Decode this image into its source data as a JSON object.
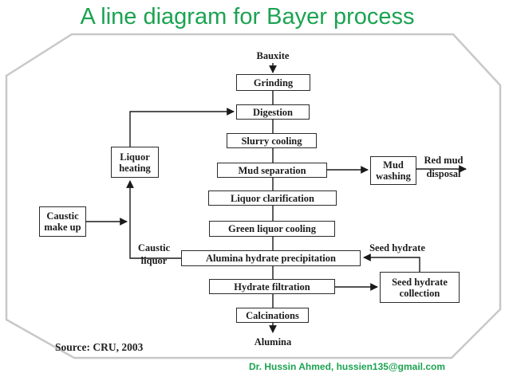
{
  "slide": {
    "title": "A line diagram for Bayer process",
    "credit": "Dr. Hussin Ahmed, hussien135@gmail.com",
    "source": "Source: CRU, 2003",
    "colors": {
      "accent_green": "#1ba351",
      "frame_border": "#c8c8c8",
      "line_color": "#1a1a1a",
      "background": "#ffffff"
    }
  },
  "diagram": {
    "type": "flowchart",
    "nodes": {
      "grinding": "Grinding",
      "digestion": "Digestion",
      "slurry_cooling": "Slurry cooling",
      "mud_separation": "Mud separation",
      "liquor_clarification": "Liquor clarification",
      "green_liquor_cooling": "Green liquor cooling",
      "alumina_hydrate_precipitation": "Alumina hydrate precipitation",
      "hydrate_filtration": "Hydrate filtration",
      "calcinations": "Calcinations",
      "mud_washing": "Mud washing",
      "liquor_heating": "Liquor heating",
      "caustic_make_up": "Caustic make up",
      "seed_hydrate_collection": "Seed hydrate collection"
    },
    "flow_labels": {
      "bauxite": "Bauxite",
      "alumina": "Alumina",
      "red_mud_disposal": "Red mud disposal",
      "caustic_liquor": "Caustic liquor",
      "seed_hydrate": "Seed hydrate"
    },
    "edges": [
      {
        "from": "Bauxite",
        "to": "Grinding"
      },
      {
        "from": "Grinding",
        "to": "Digestion"
      },
      {
        "from": "Digestion",
        "to": "Slurry cooling"
      },
      {
        "from": "Slurry cooling",
        "to": "Mud separation"
      },
      {
        "from": "Mud separation",
        "to": "Mud washing"
      },
      {
        "from": "Mud washing",
        "to": "Red mud disposal"
      },
      {
        "from": "Mud separation",
        "to": "Liquor clarification"
      },
      {
        "from": "Liquor clarification",
        "to": "Green liquor cooling"
      },
      {
        "from": "Green liquor cooling",
        "to": "Alumina hydrate precipitation"
      },
      {
        "from": "Alumina hydrate precipitation",
        "to": "Liquor heating",
        "label": "Caustic liquor"
      },
      {
        "from": "Caustic make up",
        "to": "Liquor heating"
      },
      {
        "from": "Liquor heating",
        "to": "Digestion"
      },
      {
        "from": "Alumina hydrate precipitation",
        "to": "Hydrate filtration"
      },
      {
        "from": "Hydrate filtration",
        "to": "Seed hydrate collection"
      },
      {
        "from": "Seed hydrate collection",
        "to": "Alumina hydrate precipitation",
        "label": "Seed hydrate"
      },
      {
        "from": "Hydrate filtration",
        "to": "Calcinations"
      },
      {
        "from": "Calcinations",
        "to": "Alumina"
      }
    ]
  }
}
